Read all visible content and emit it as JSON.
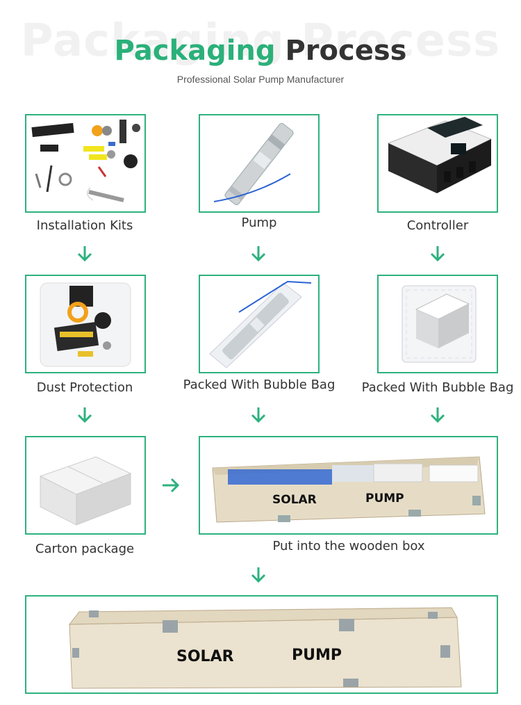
{
  "header": {
    "watermark": "Packaging Process",
    "title_part1": "Packaging",
    "title_part2": "Process",
    "subtitle": "Professional Solar Pump Manufacturer"
  },
  "steps": [
    {
      "label": "Installation Kits"
    },
    {
      "label": "Pump"
    },
    {
      "label": "Controller"
    },
    {
      "label": "Dust Protection"
    },
    {
      "label": "Packed With Bubble Bag"
    },
    {
      "label": "Packed With Bubble Bag"
    },
    {
      "label": "Carton package"
    },
    {
      "label": "Put into the wooden box"
    }
  ],
  "box_text": {
    "solar": "SOLAR",
    "pump": "PUMP"
  },
  "colors": {
    "accent": "#2db27e",
    "dark": "#333333",
    "wood": "#ece3cf"
  }
}
